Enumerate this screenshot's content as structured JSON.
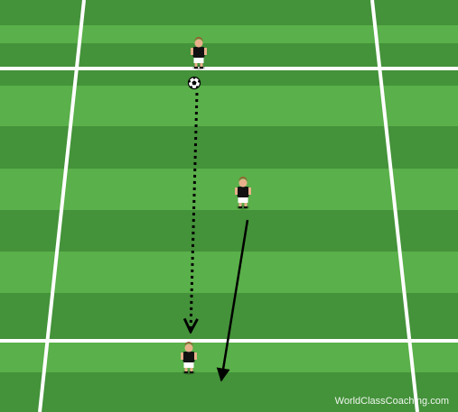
{
  "drill": {
    "players": [
      {
        "role": "passer",
        "shirt": "black",
        "shorts": "white"
      },
      {
        "role": "runner",
        "shirt": "black",
        "shorts": "white"
      },
      {
        "role": "receiver",
        "shirt": "black",
        "shorts": "white"
      }
    ],
    "ball": {
      "holder": "passer"
    },
    "movements": [
      {
        "type": "pass",
        "style": "dotted-arrow",
        "from": "ball",
        "to": "receiver"
      },
      {
        "type": "run",
        "style": "solid-arrow",
        "from": "runner",
        "to": "bottom end zone"
      }
    ]
  },
  "colors": {
    "stripe_light": "#5ab04a",
    "stripe_dark": "#44923a",
    "line": "#ffffff",
    "shirt": "#111111",
    "shorts": "#ffffff",
    "skin": "#e8b08a",
    "hair": "#a0522d",
    "arrow": "#000000"
  },
  "watermark": "WorldClassCoaching.com"
}
